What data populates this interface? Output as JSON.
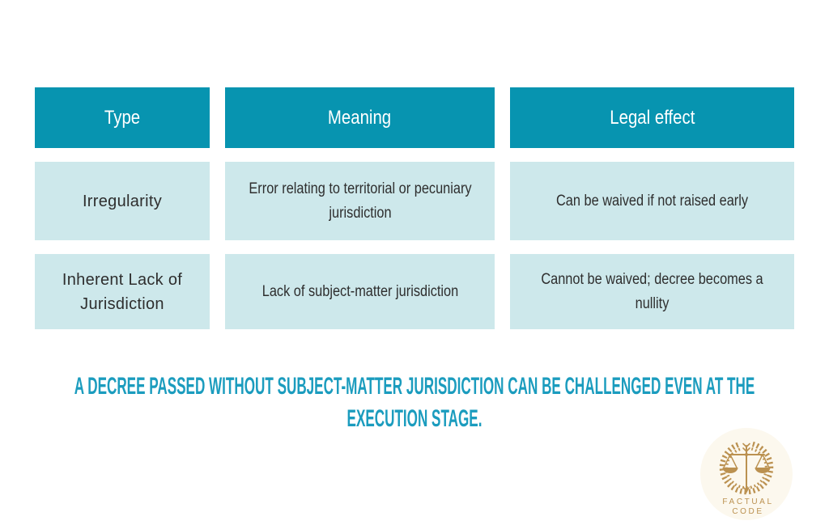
{
  "table": {
    "columns": [
      {
        "key": "type",
        "label": "Type"
      },
      {
        "key": "meaning",
        "label": "Meaning"
      },
      {
        "key": "legal_effect",
        "label": "Legal effect"
      }
    ],
    "rows": [
      {
        "type": "Irregularity",
        "meaning": "Error relating to territorial or pecuniary jurisdiction",
        "legal_effect": "Can be waived if not raised early"
      },
      {
        "type": "Inherent Lack of Jurisdiction",
        "meaning": "Lack of subject-matter jurisdiction",
        "legal_effect": "Cannot be waived; decree becomes a nullity"
      }
    ]
  },
  "note": {
    "text": "A DECREE PASSED WITHOUT SUBJECT-MATTER JURISDICTION CAN BE CHALLENGED EVEN AT THE EXECUTION STAGE.",
    "lines": [
      "A DECREE PASSED WITHOUT SUBJECT-MATTER JURISDICTION CAN BE CHALLENGED EVEN AT THE",
      "EXECUTION STAGE."
    ]
  },
  "logo": {
    "icon": "scales-of-justice-wreath",
    "brand_line1": "FACTUAL",
    "brand_line2": "CODE"
  },
  "colors": {
    "header_bg": "#0794b0",
    "cell_bg": "#cde8eb",
    "header_text": "#ffffff",
    "cell_text": "#2e2e2e",
    "note_text": "#1b9cbe",
    "logo_gold": "#bb9150",
    "logo_bg": "#fcf8ee",
    "page_bg": "#ffffff"
  }
}
